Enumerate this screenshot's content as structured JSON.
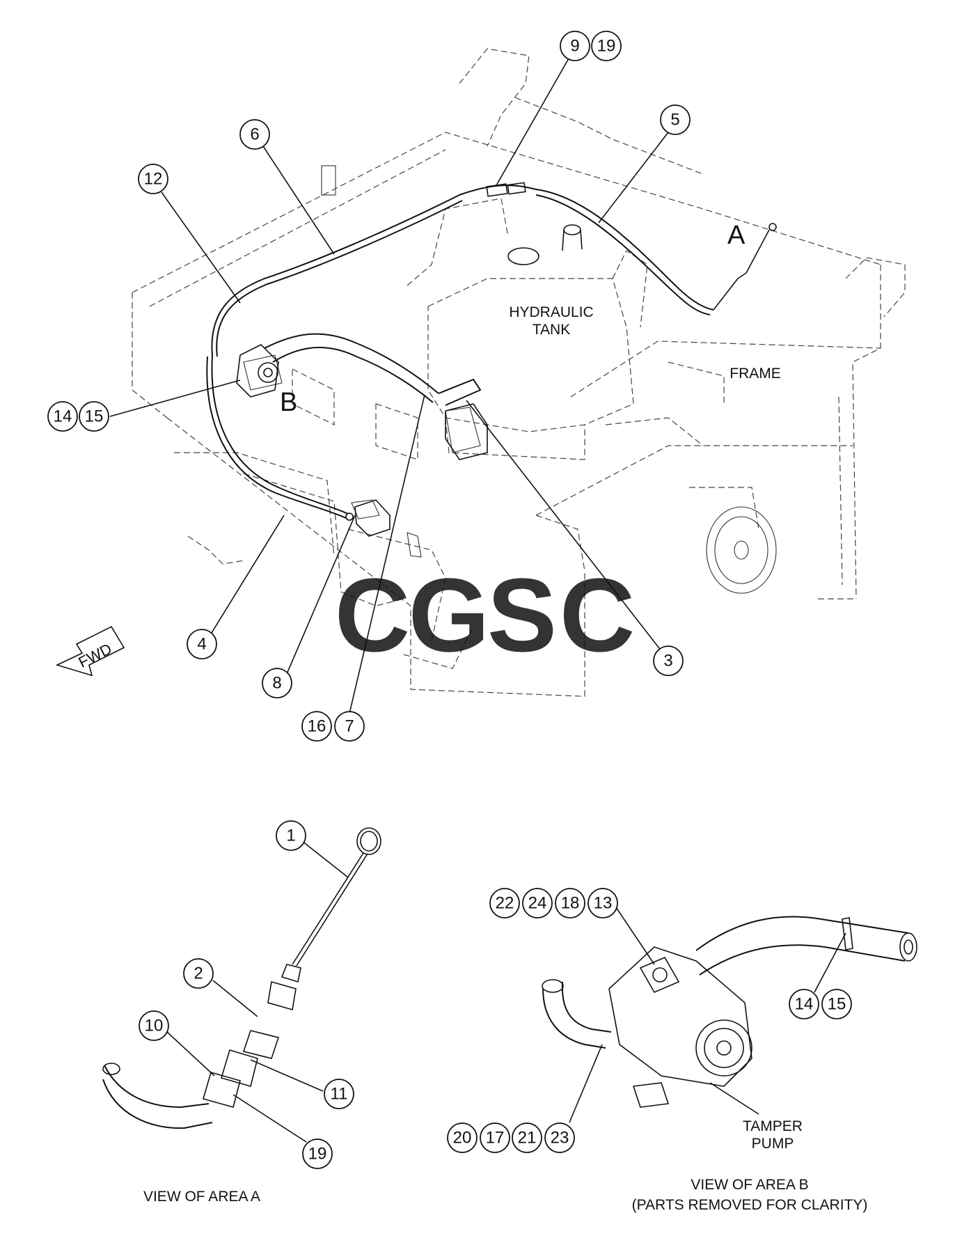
{
  "watermark": {
    "letters": [
      "C",
      "G",
      "S",
      "C"
    ],
    "colors": [
      "#4a86e8",
      "#ea7a6f",
      "#f6cb52",
      "#5bb585"
    ]
  },
  "labels": {
    "hydraulic_tank": [
      "HYDRAULIC",
      "TANK"
    ],
    "frame": "FRAME",
    "area_a_marker": "A",
    "area_b_marker": "B",
    "fwd": "FWD",
    "tamper_pump": [
      "TAMPER",
      "PUMP"
    ],
    "view_area_a": "VIEW OF AREA A",
    "view_area_b": [
      "VIEW OF AREA B",
      "(PARTS REMOVED FOR CLARITY)"
    ]
  },
  "callouts": {
    "c9": "9",
    "c19_top": "19",
    "c5": "5",
    "c6": "6",
    "c12": "12",
    "c14_left": "14",
    "c15_left": "15",
    "c4": "4",
    "c8": "8",
    "c16": "16",
    "c7": "7",
    "c3": "3",
    "c1": "1",
    "c2": "2",
    "c10": "10",
    "c11": "11",
    "c19_bottom": "19",
    "c22": "22",
    "c24": "24",
    "c18": "18",
    "c13": "13",
    "c14_right": "14",
    "c15_right": "15",
    "c20": "20",
    "c17": "17",
    "c21": "21",
    "c23": "23"
  },
  "icons": {
    "fwd_arrow": "fwd-arrow-icon"
  }
}
